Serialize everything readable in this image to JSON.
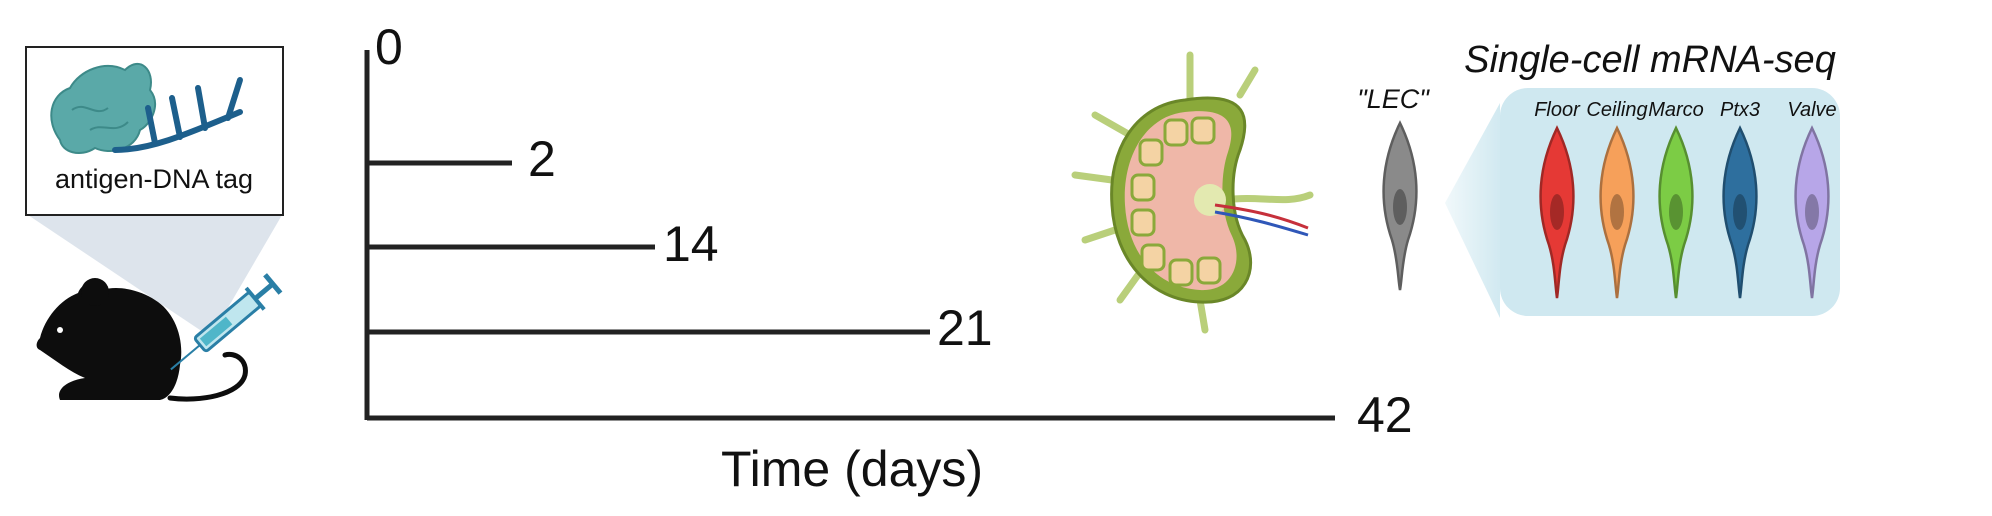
{
  "antigen_box": {
    "label": "antigen-DNA tag"
  },
  "timeline": {
    "axis_label": "Time (days)",
    "days": [
      "0",
      "2",
      "14",
      "21",
      "42"
    ]
  },
  "cell_panel": {
    "input_label": "\"LEC\"",
    "title": "Single-cell mRNA-seq",
    "subtypes": [
      {
        "label": "Floor",
        "color": "#e53935"
      },
      {
        "label": "Ceiling",
        "color": "#f6a05a"
      },
      {
        "label": "Marco",
        "color": "#7ccc45"
      },
      {
        "label": "Ptx3",
        "color": "#2e6f9e"
      },
      {
        "label": "Valve",
        "color": "#b7a6e8"
      }
    ],
    "input_cell_color": "#8a8a8a"
  },
  "colors": {
    "timeline_line": "#222222",
    "panel_bg": "#cfe8f0",
    "protein": "#5aa9a8",
    "dna": "#1d5f8c"
  }
}
